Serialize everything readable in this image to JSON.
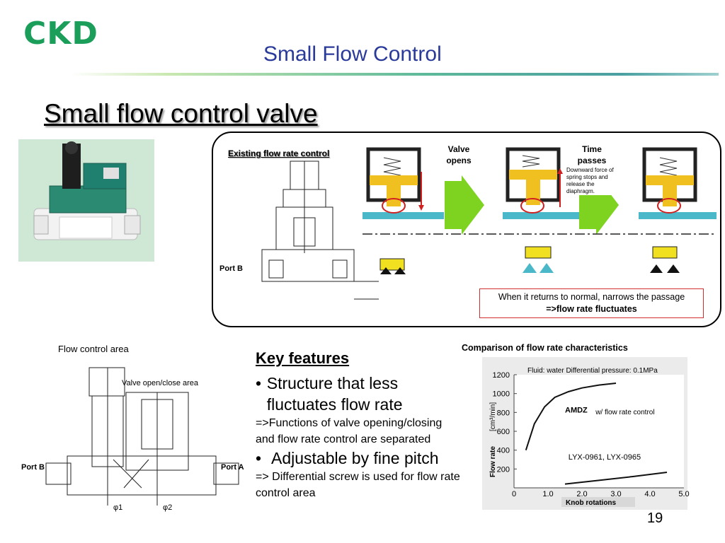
{
  "header": {
    "logo": "CKD",
    "title": "Small Flow Control",
    "page_number": "19"
  },
  "main_heading": "Small flow control valve",
  "diagram_top": {
    "existing_label": "Existing flow rate control",
    "port_b": "Port B",
    "valve_opens": "Valve opens",
    "time_passes": "Time passes",
    "downward_note": "Downward force of spring stops and release the diaphragm.",
    "note_line1": "When it returns to normal, narrows the passage",
    "note_line2": "=>flow rate fluctuates"
  },
  "diagram_bottom": {
    "flow_control_area": "Flow control area",
    "valve_area": "Valve open/close area",
    "port_b": "Port B",
    "port_a": "Port A",
    "phi1": "φ1",
    "phi2": "φ2"
  },
  "key_features": {
    "title": "Key features",
    "bullet1": "Structure that less fluctuates flow rate",
    "sub1": "=>Functions of valve opening/closing and flow rate control are separated",
    "bullet2": "Adjustable by fine pitch",
    "sub2": "=> Differential screw is used for flow rate control area"
  },
  "chart_data": {
    "type": "line",
    "title": "Comparison of flow rate characteristics",
    "annotation": "Fluid: water   Differential pressure: 0.1MPa",
    "xlabel": "Knob rotations",
    "ylabel": "Flow rate",
    "yunit": "[cm³/min]",
    "xlim": [
      0,
      5.0
    ],
    "ylim": [
      0,
      1200
    ],
    "xticks": [
      "0",
      "1.0",
      "2.0",
      "3.0",
      "4.0",
      "5.0"
    ],
    "yticks": [
      "200",
      "400",
      "600",
      "800",
      "1000",
      "1200"
    ],
    "series": [
      {
        "name": "AMDZ",
        "label_suffix": "w/ flow rate control",
        "x": [
          0.35,
          0.6,
          0.9,
          1.2,
          1.6,
          2.0,
          2.5,
          3.0
        ],
        "y": [
          400,
          680,
          860,
          960,
          1020,
          1060,
          1090,
          1110
        ]
      },
      {
        "name": "LYX-0961, LYX-0965",
        "x": [
          1.5,
          2.5,
          3.5,
          4.5
        ],
        "y": [
          40,
          80,
          120,
          165
        ]
      }
    ]
  }
}
